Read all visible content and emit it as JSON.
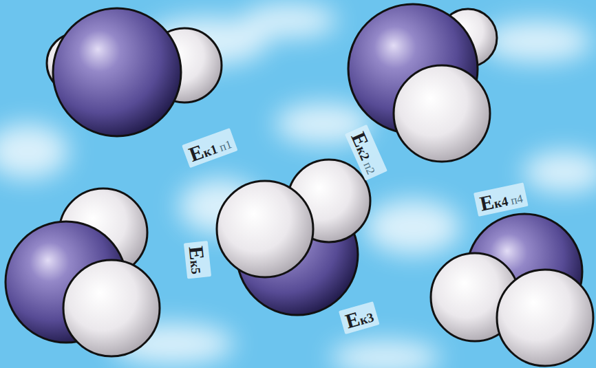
{
  "diagram": {
    "labels": [
      "Eк1 п1",
      "Eк2 п2",
      "Eк4 п4",
      "Eк5",
      "Eк3"
    ]
  }
}
